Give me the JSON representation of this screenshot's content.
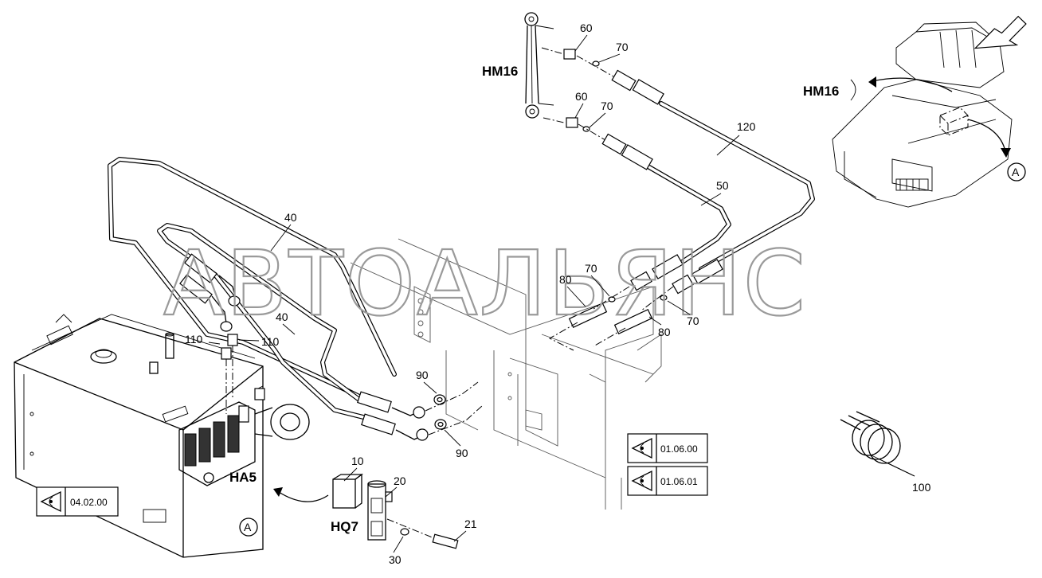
{
  "watermark": "АВТОАЛЬЯНС",
  "assembly_labels": {
    "hm16_left": "HM16",
    "hm16_inset": "HM16",
    "ha5": "HA5",
    "hq7": "HQ7"
  },
  "callouts": {
    "c60_top": "60",
    "c70_top": "70",
    "c60_mid": "60",
    "c70_mid": "70",
    "c120": "120",
    "c50": "50",
    "c40_top": "40",
    "c40_mid": "40",
    "c110_left": "110",
    "c110_right": "110",
    "c90_top": "90",
    "c90_bottom": "90",
    "c80_left": "80",
    "c70_center": "70",
    "c80_right": "80",
    "c70_right": "70",
    "c10": "10",
    "c20": "20",
    "c21": "21",
    "c30": "30",
    "c100": "100"
  },
  "circle_marks": {
    "a_inset": "A",
    "a_tank": "A"
  },
  "references": {
    "ref_040200": "04.02.00",
    "ref_010600": "01.06.00",
    "ref_010601": "01.06.01"
  },
  "icons": {
    "view_ref": "eye-reference-icon",
    "direction_arrow": "view-direction-arrow-icon"
  }
}
